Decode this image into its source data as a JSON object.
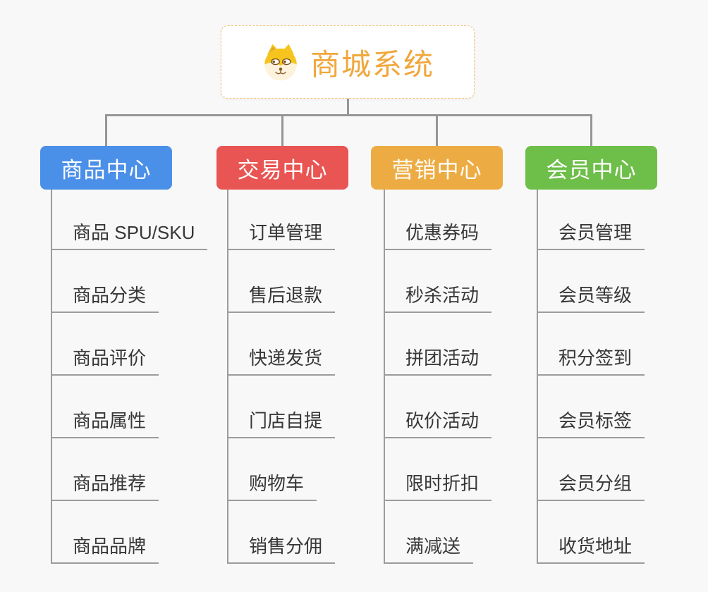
{
  "root": {
    "title": "商城系统",
    "icon": "dog-face-icon",
    "title_color": "#f0a73c",
    "border_color": "#f2c479"
  },
  "colors": {
    "background": "#f8f8f8",
    "connector_gray": "#969696",
    "underline_gray": "#9c9c9c",
    "leaf_text": "#373737"
  },
  "branches": [
    {
      "label": "商品中心",
      "color": "#4a8fe8",
      "items": [
        "商品 SPU/SKU",
        "商品分类",
        "商品评价",
        "商品属性",
        "商品推荐",
        "商品品牌"
      ]
    },
    {
      "label": "交易中心",
      "color": "#e85552",
      "items": [
        "订单管理",
        "售后退款",
        "快递发货",
        "门店自提",
        "购物车",
        "销售分佣"
      ]
    },
    {
      "label": "营销中心",
      "color": "#edac43",
      "items": [
        "优惠券码",
        "秒杀活动",
        "拼团活动",
        "砍价活动",
        "限时折扣",
        "满减送"
      ]
    },
    {
      "label": "会员中心",
      "color": "#6ebe4a",
      "items": [
        "会员管理",
        "会员等级",
        "积分签到",
        "会员标签",
        "会员分组",
        "收货地址"
      ]
    }
  ]
}
